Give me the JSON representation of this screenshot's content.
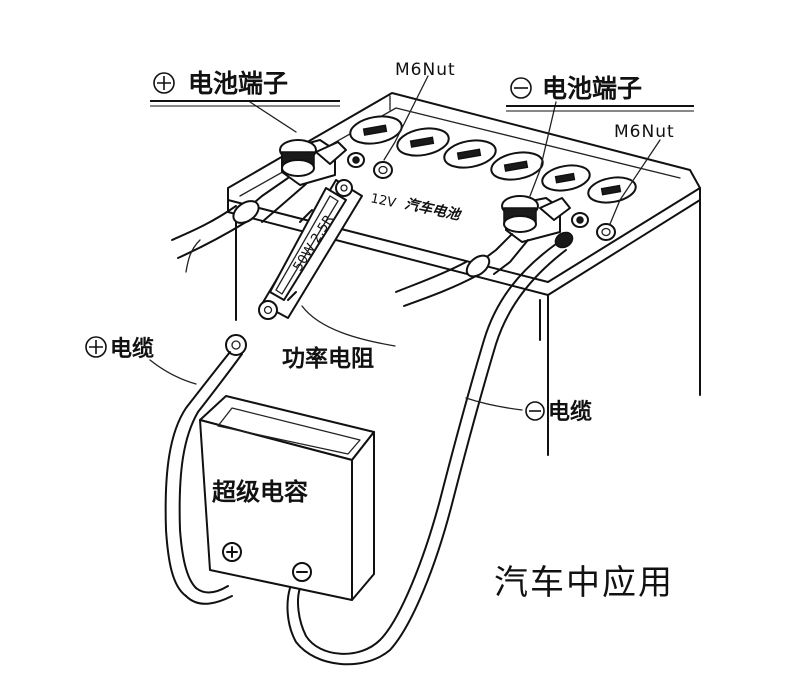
{
  "labels": {
    "pos_terminal": "电池端子",
    "neg_terminal": "电池端子",
    "nut_left": "M6Nut",
    "nut_right": "M6Nut",
    "battery_voltage": "12V",
    "battery_name": "汽车电池",
    "pos_cable": "电缆",
    "neg_cable": "电缆",
    "resistor": "功率电阻",
    "resistor_marking": "50W 2.5R",
    "supercap": "超级电容",
    "title": "汽车中应用"
  },
  "icons": {
    "pos_symbol": "plus-in-circle-icon",
    "neg_symbol": "minus-in-circle-icon"
  },
  "colors": {
    "ink": "#111111",
    "background": "#ffffff"
  }
}
